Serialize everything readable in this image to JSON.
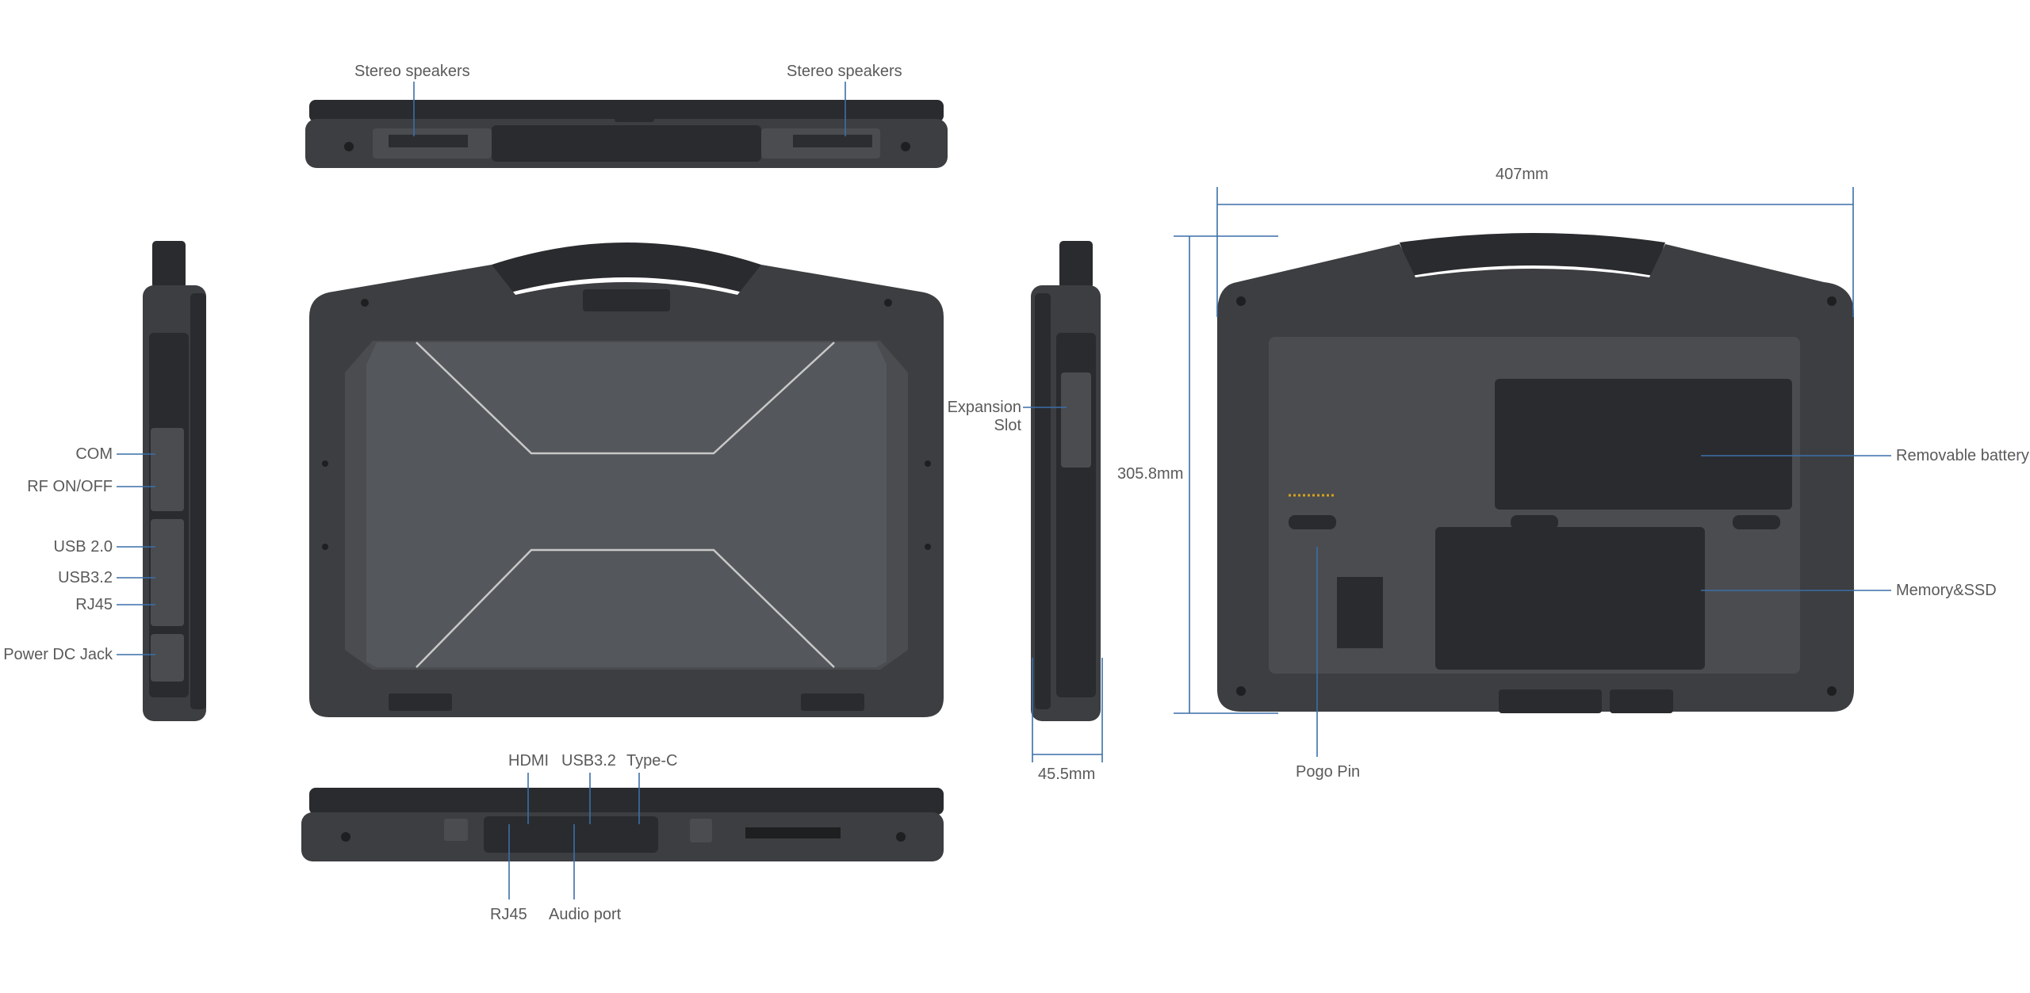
{
  "labels": {
    "stereo_left": "Stereo speakers",
    "stereo_right": "Stereo speakers",
    "com": "COM",
    "rf": "RF ON/OFF",
    "usb20": "USB 2.0",
    "usb32_side": "USB3.2",
    "rj45_side": "RJ45",
    "power": "Power DC Jack",
    "hdmi": "HDMI",
    "usb32_bottom": "USB3.2",
    "typec": "Type-C",
    "rj45_bottom": "RJ45",
    "audio": "Audio port",
    "expansion_line1": "Expansion",
    "expansion_line2": "Slot",
    "thickness": "45.5mm",
    "width": "407mm",
    "height": "305.8mm",
    "battery": "Removable battery",
    "memory": "Memory&SSD",
    "pogo": "Pogo Pin"
  },
  "colors": {
    "leader_line": "#3a6fa8",
    "device_body": "#3c3e41",
    "label_text": "#5a5a5a"
  }
}
